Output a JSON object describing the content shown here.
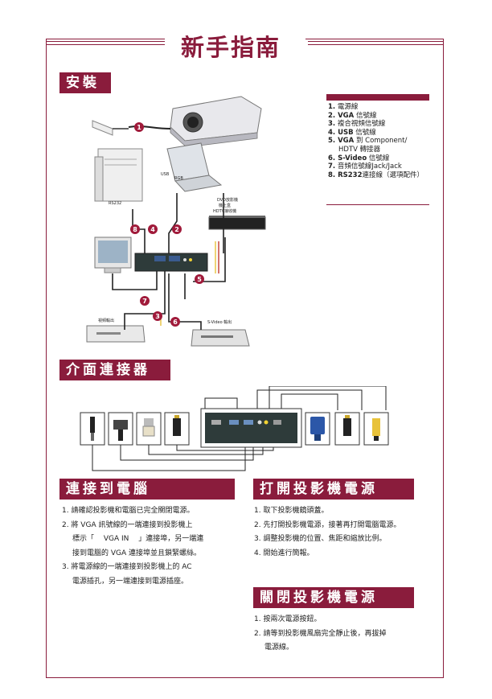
{
  "page_title": "新手指南",
  "install": {
    "header": "安裝",
    "legend": [
      {
        "num": "1.",
        "text": "電源線"
      },
      {
        "num": "2. VGA",
        "text": " 信號線"
      },
      {
        "num": "3.",
        "text": " 複合視頻信號線"
      },
      {
        "num": "4. USB",
        "text": " 信號線"
      },
      {
        "num": "5. VGA",
        "text": " 到 Component/"
      },
      {
        "num": "",
        "text": "HDTV 轉接器"
      },
      {
        "num": "6. S-Video",
        "text": " 信號線"
      },
      {
        "num": "7.",
        "text": " 音頻信號線Jack/Jack"
      },
      {
        "num": "8. RS232",
        "text": "連接線（選項配件）"
      }
    ],
    "diagram_labels": {
      "usb": "USB",
      "rgb": "RGB",
      "rs232": "RS232",
      "dvd": "DVD放影機\n機上盒\nHDTV接收機",
      "video_out": "視頻輸出",
      "svideo_out": "S-Video 輸出"
    },
    "markers": [
      "1",
      "2",
      "3",
      "4",
      "5",
      "6",
      "7",
      "8"
    ]
  },
  "interface": {
    "header": "介面連接器"
  },
  "connect_pc": {
    "header": "連接到電腦",
    "steps": [
      "1. 請確認投影機和電腦已完全關閉電源。",
      "2. 將 VGA 訊號線的一端連接到投影機上",
      "標示「　 VGA IN　 」連接埠，另一端連",
      "接到電腦的 VGA 連接埠並且鎖緊螺絲。",
      "3. 將電源線的一端連接到投影機上的 AC",
      "電源插孔，另一端連接到電源插座。"
    ]
  },
  "power_on": {
    "header": "打開投影機電源",
    "steps": [
      "1. 取下投影機鏡頭蓋。",
      "2. 先打開投影機電源，接著再打開電腦電源。",
      "3. 調整投影機的位置、焦距和縮放比例。",
      "4. 開始進行簡報。"
    ]
  },
  "power_off": {
    "header": "關閉投影機電源",
    "steps": [
      "1. 按兩次電源按鈕。",
      "2. 請等到投影機風扇完全靜止後，再拔掉",
      "電源線。"
    ]
  },
  "colors": {
    "accent": "#8a1c3c",
    "marker": "#a01a3a"
  }
}
